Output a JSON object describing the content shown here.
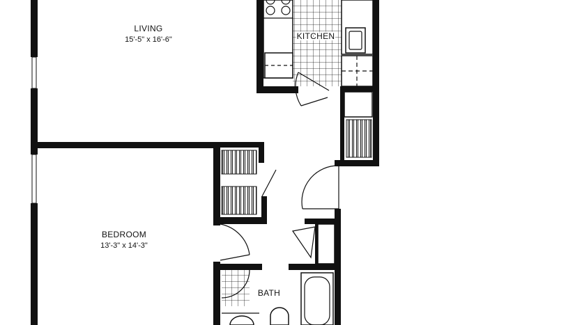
{
  "rooms": {
    "living": {
      "name": "LIVING",
      "size": "15'-5\" x 16'-6\""
    },
    "kitchen": {
      "name": "KITCHEN"
    },
    "bedroom": {
      "name": "BEDROOM",
      "size": "13'-3\" x 14'-3\""
    },
    "bath": {
      "name": "BATH"
    }
  },
  "colors": {
    "wall": "#111111",
    "background": "#ffffff"
  }
}
